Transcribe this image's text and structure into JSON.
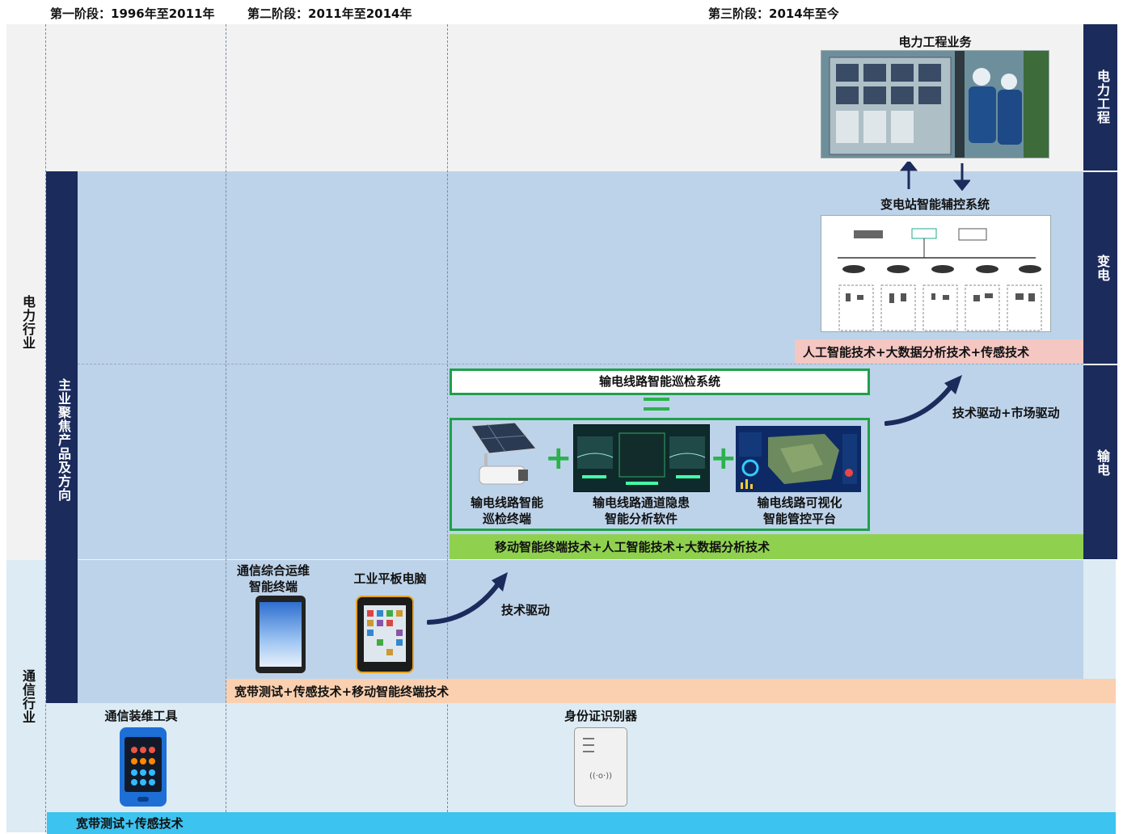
{
  "stages": [
    "第一阶段：1996年至2011年",
    "第二阶段：2011年至2014年",
    "第三阶段：2014年至今"
  ],
  "industries": {
    "power": "电力行业",
    "telecom": "通信行业"
  },
  "main_focus": "主业聚焦产品及方向",
  "right_labels": {
    "engineering": "电力工程",
    "substation": "变电",
    "transmission": "输电"
  },
  "power_engineering": {
    "title": "电力工程业务"
  },
  "substation": {
    "title": "变电站智能辅控系统",
    "tech": "人工智能技术+大数据分析技术+传感技术"
  },
  "transmission": {
    "system_title": "输电线路智能巡检系统",
    "equals": "=",
    "plus": "+",
    "products": [
      "输电线路智能\n巡检终端",
      "输电线路通道隐患\n智能分析软件",
      "输电线路可视化\n智能管控平台"
    ],
    "tech": "移动智能终端技术+人工智能技术+大数据分析技术"
  },
  "drivers": {
    "tech_market": "技术驱动+市场驱动",
    "tech": "技术驱动"
  },
  "stage2": {
    "device1": "通信综合运维\n智能终端",
    "device2": "工业平板电脑",
    "tech": "宽带测试+传感技术+移动智能终端技术"
  },
  "stage1": {
    "device1": "通信装维工具",
    "device2": "身份证识别器",
    "reader_symbol": "((·o·))",
    "tech": "宽带测试+传感技术"
  },
  "colors": {
    "navy": "#1b2b5c",
    "green": "#1fa04a",
    "band_green": "#8fd14f",
    "band_peach": "#fad0b0",
    "band_pink": "#f4c7c3",
    "band_cyan": "#3cc3f0"
  }
}
